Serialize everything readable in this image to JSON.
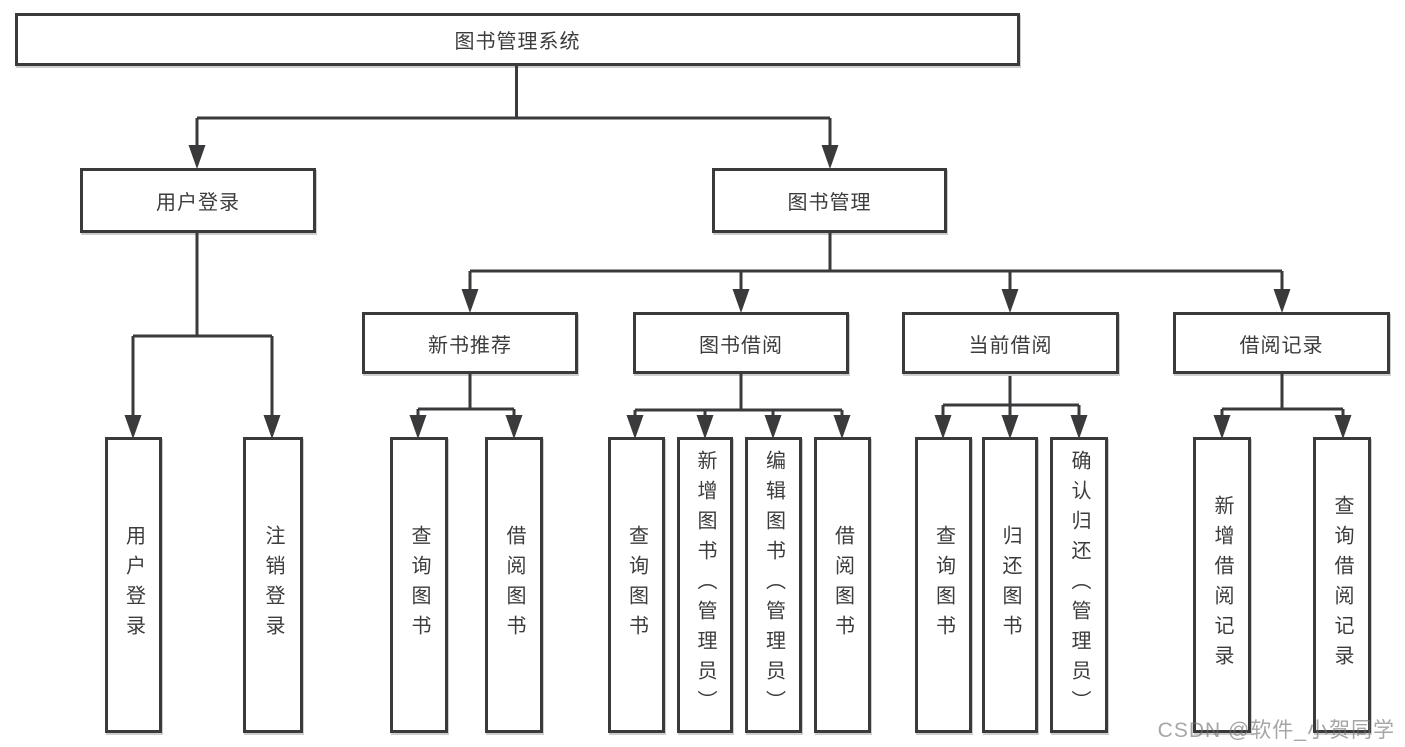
{
  "diagram": {
    "root": {
      "label": "图书管理系统",
      "children": [
        {
          "label": "用户登录",
          "children": [
            {
              "label": "用户登录"
            },
            {
              "label": "注销登录"
            }
          ]
        },
        {
          "label": "图书管理",
          "children": [
            {
              "label": "新书推荐",
              "children": [
                {
                  "label": "查询图书"
                },
                {
                  "label": "借阅图书"
                }
              ]
            },
            {
              "label": "图书借阅",
              "children": [
                {
                  "label": "查询图书"
                },
                {
                  "label": "新增图书（管理员）"
                },
                {
                  "label": "编辑图书（管理员）"
                },
                {
                  "label": "借阅图书"
                }
              ]
            },
            {
              "label": "当前借阅",
              "children": [
                {
                  "label": "查询图书"
                },
                {
                  "label": "归还图书"
                },
                {
                  "label": "确认归还（管理员）"
                }
              ]
            },
            {
              "label": "借阅记录",
              "children": [
                {
                  "label": "新增借阅记录"
                },
                {
                  "label": "查询借阅记录"
                }
              ]
            }
          ]
        }
      ]
    },
    "colors": {
      "line": "#3a3a3c",
      "text": "#3c3c3e",
      "background": "#ffffff"
    }
  },
  "watermark": {
    "text": "CSDN @软件_小贺同学"
  }
}
